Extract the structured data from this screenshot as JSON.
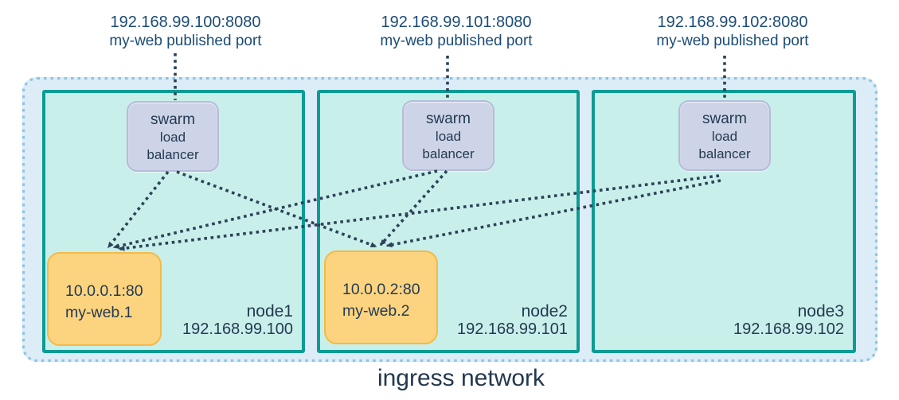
{
  "diagram_title": "ingress network",
  "published_ports": [
    {
      "address": "192.168.99.100:8080",
      "caption": "my-web published port"
    },
    {
      "address": "192.168.99.101:8080",
      "caption": "my-web published port"
    },
    {
      "address": "192.168.99.102:8080",
      "caption": "my-web published port"
    }
  ],
  "load_balancer_label": {
    "line1": "swarm",
    "line2": "load",
    "line3": "balancer"
  },
  "nodes": [
    {
      "name": "node1",
      "ip": "192.168.99.100",
      "task": {
        "address": "10.0.0.1:80",
        "name": "my-web.1"
      }
    },
    {
      "name": "node2",
      "ip": "192.168.99.101",
      "task": {
        "address": "10.0.0.2:80",
        "name": "my-web.2"
      }
    },
    {
      "name": "node3",
      "ip": "192.168.99.102",
      "task": null
    }
  ],
  "colors": {
    "node_border": "#0d9b93",
    "node_fill": "#c9efeb",
    "ingress_fill": "#dcedf8",
    "ingress_border": "#8fc4e4",
    "load_balancer_fill": "#ced4e7",
    "load_balancer_border": "#b5bcd8",
    "task_fill": "#fcd480",
    "task_border": "#f4ba45",
    "connector_line": "#2b4257",
    "label_text_blue": "#1b4c77",
    "label_text_dark": "#243a52"
  }
}
